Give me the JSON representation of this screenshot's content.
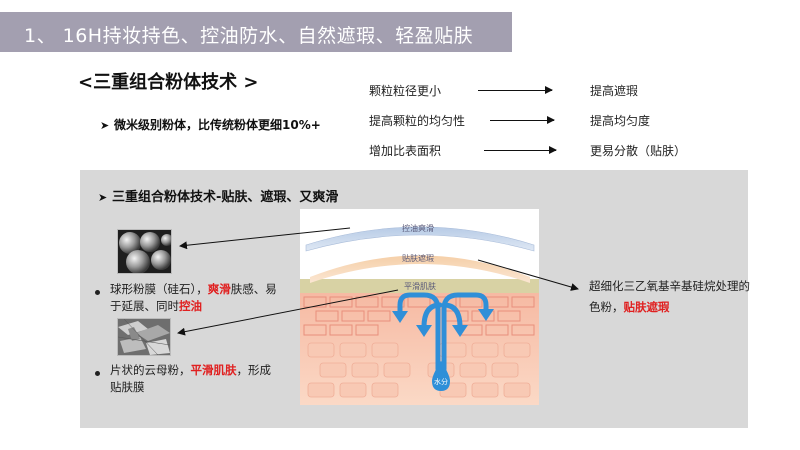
{
  "title": "1、 16H持妆持色、控油防水、自然遮瑕、轻盈贴肤",
  "heading": "<三重组合粉体技术 >",
  "sub_bullet": "微米级别粉体，比传统粉体更细10%+",
  "comparisons": [
    {
      "left": "颗粒粒径更小",
      "right": "提高遮瑕"
    },
    {
      "left": "提高颗粒的均匀性",
      "right": "提高均匀度"
    },
    {
      "left": "增加比表面积",
      "right": "更易分散（贴肤）"
    }
  ],
  "panel": {
    "heading": "三重组合粉体技术-贴肤、遮瑕、又爽滑",
    "bullet1": {
      "pre": "球形粉膜（硅石），",
      "red1": "爽滑",
      "mid": "肤感、易于延展、同时",
      "red2": "控油"
    },
    "bullet2": {
      "pre": "片状的云母粉，",
      "red": "平滑肌肤",
      "post": "，形成贴肤膜"
    },
    "note": {
      "pre": "超细化三乙氧基辛基硅烷处理的色粉，",
      "red": "贴肤遮瑕"
    },
    "diagram_labels": {
      "top": "控油爽滑",
      "middle": "贴肤遮瑕",
      "bottom": "平滑肌肤",
      "drop": "水分"
    }
  },
  "colors": {
    "title_bar": "#a39fb0",
    "panel_bg": "#d8d8d8",
    "highlight_red": "#e02020",
    "water_blue": "#2f8fd8"
  }
}
